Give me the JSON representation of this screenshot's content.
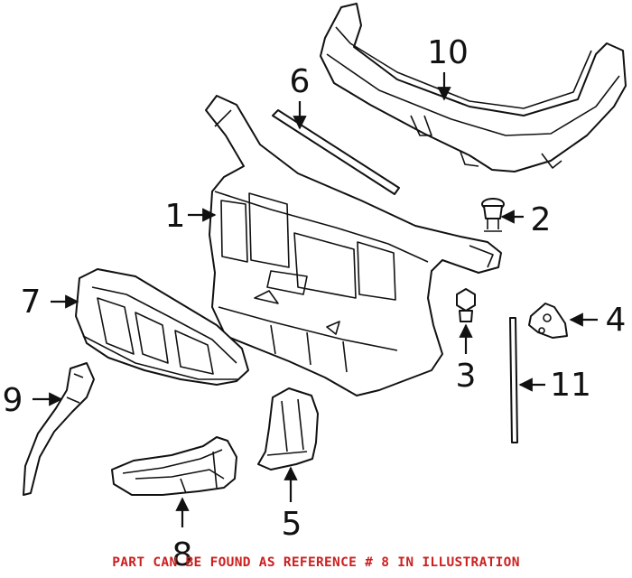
{
  "diagram": {
    "callouts": {
      "c1": "1",
      "c2": "2",
      "c3": "3",
      "c4": "4",
      "c5": "5",
      "c6": "6",
      "c7": "7",
      "c8": "8",
      "c9": "9",
      "c10": "10",
      "c11": "11"
    },
    "parts": {
      "p1": "radiator-support",
      "p2": "bolt",
      "p3": "bolt",
      "p4": "bracket",
      "p5": "side-deflector",
      "p6": "seal-strip",
      "p7": "air-duct",
      "p8": "lower-deflector",
      "p9": "side-bracket",
      "p10": "upper-support-bar",
      "p11": "side-seal"
    }
  },
  "footer": {
    "note": "PART CAN BE FOUND AS REFERENCE # 8 IN ILLUSTRATION",
    "color": "#cc2020"
  }
}
